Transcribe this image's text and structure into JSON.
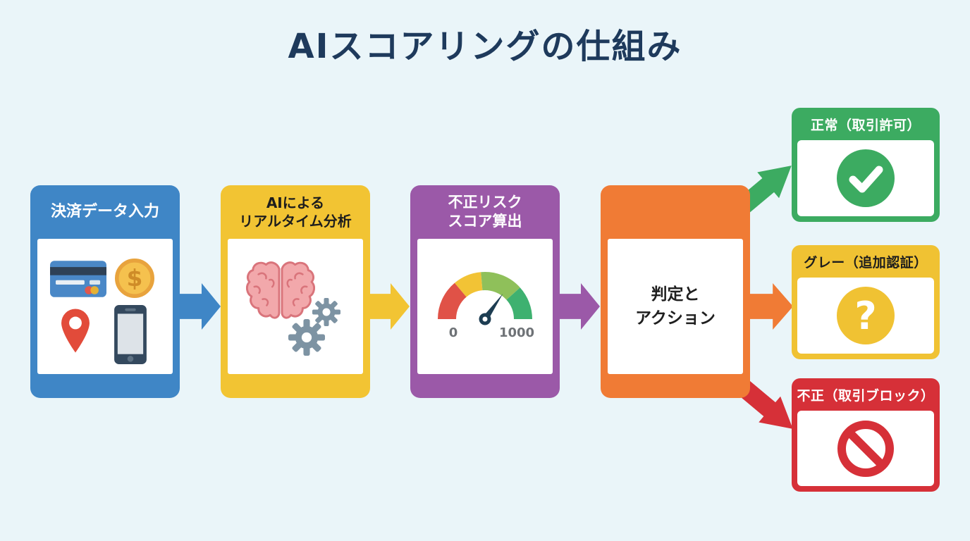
{
  "title": "AIスコアリングの仕組み",
  "colors": {
    "background": "#eaf5f9",
    "title_text": "#1e3a5c",
    "blue": "#3f86c6",
    "yellow": "#f2c433",
    "purple": "#9b59a8",
    "orange": "#f07b35",
    "green": "#3cab61",
    "red": "#d63038"
  },
  "flow": {
    "stages": [
      {
        "label_lines": [
          "決済データ入力"
        ],
        "icons": [
          "credit-card",
          "dollar-coin",
          "location-pin",
          "smartphone"
        ]
      },
      {
        "label_lines": [
          "AIによる",
          "リアルタイム分析"
        ],
        "icons": [
          "brain",
          "gears"
        ]
      },
      {
        "label_lines": [
          "不正リスク",
          "スコア算出"
        ],
        "icons": [
          "score-gauge"
        ]
      },
      {
        "label_lines": [],
        "body_lines": [
          "判定と",
          "アクション"
        ],
        "icons": []
      }
    ],
    "gauge": {
      "min_label": "0",
      "max_label": "1000",
      "segment_colors": [
        "#e05247",
        "#f2c335",
        "#8fc05a",
        "#3eb170"
      ],
      "needle_color": "#1d3d52"
    }
  },
  "glyphs": {
    "dollar": "$",
    "question": "?"
  },
  "outcomes": [
    {
      "label": "正常（取引許可）",
      "icon": "check-circle",
      "color": "#3cab61"
    },
    {
      "label": "グレー（追加認証）",
      "icon": "question-circle",
      "color": "#f0c233"
    },
    {
      "label": "不正（取引ブロック）",
      "icon": "prohibition",
      "color": "#d63038"
    }
  ]
}
